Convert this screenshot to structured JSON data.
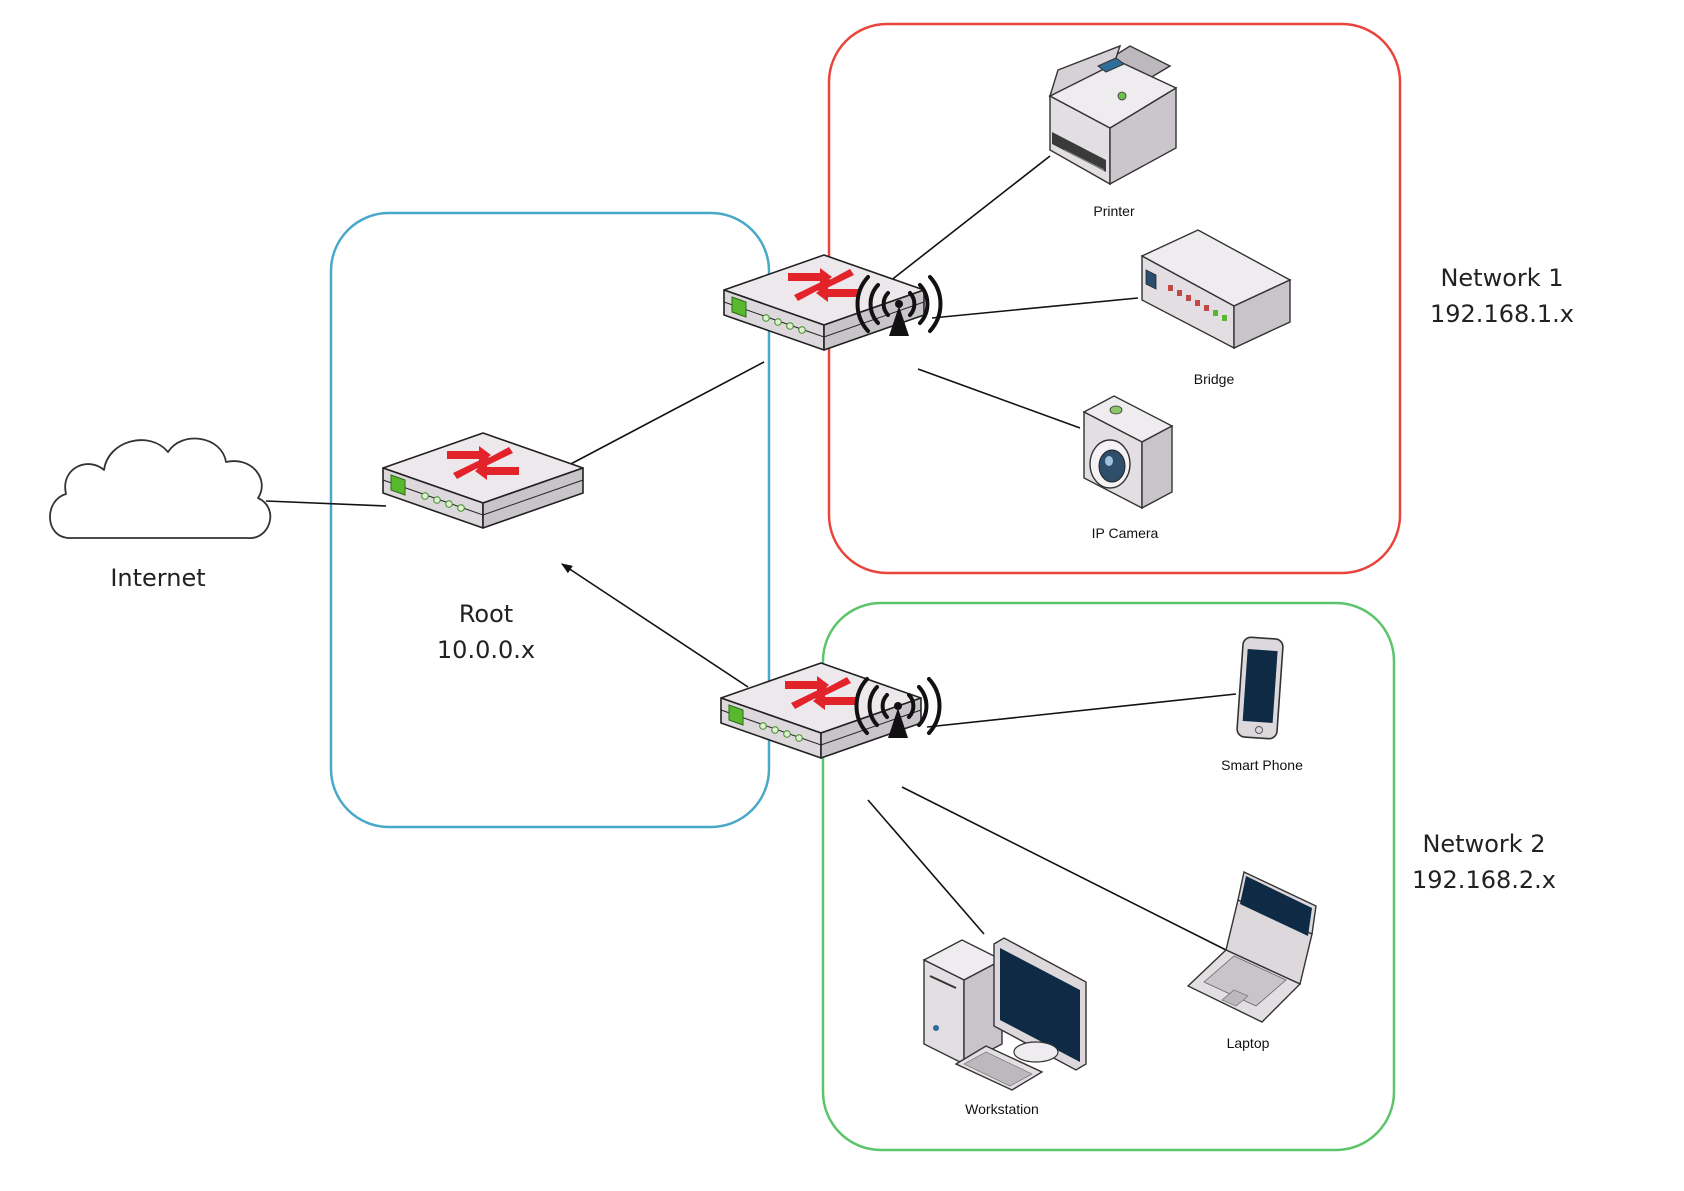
{
  "colors": {
    "root_zone": "#4aa8c8",
    "network1_zone": "#e8453c",
    "network2_zone": "#5cc46a",
    "router_arrow": "#e3232a",
    "led": "#59b82e",
    "device_body": "#e8e4e8"
  },
  "nodes": {
    "internet": {
      "label": "Internet",
      "icon": "cloud-icon"
    },
    "root": {
      "label": "Root",
      "subnet": "10.0.0.x",
      "icon": "router-icon"
    },
    "ap1": {
      "icon": "wireless-router-icon"
    },
    "ap2": {
      "icon": "wireless-router-icon"
    },
    "printer": {
      "label": "Printer",
      "icon": "printer-icon"
    },
    "bridge": {
      "label": "Bridge",
      "icon": "bridge-icon"
    },
    "ipcamera": {
      "label": "IP Camera",
      "icon": "camera-icon"
    },
    "smartphone": {
      "label": "Smart Phone",
      "icon": "smartphone-icon"
    },
    "laptop": {
      "label": "Laptop",
      "icon": "laptop-icon"
    },
    "workstation": {
      "label": "Workstation",
      "icon": "workstation-icon"
    }
  },
  "networks": {
    "network1": {
      "name": "Network 1",
      "subnet": "192.168.1.x"
    },
    "network2": {
      "name": "Network 2",
      "subnet": "192.168.2.x"
    }
  }
}
